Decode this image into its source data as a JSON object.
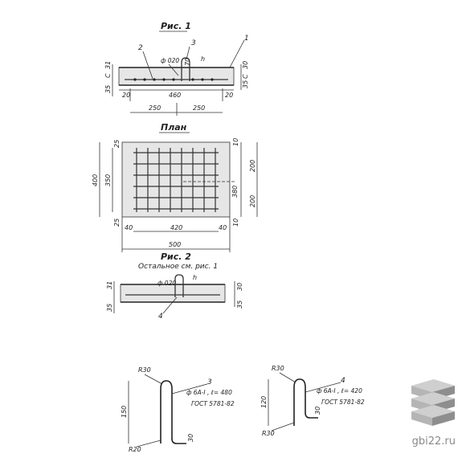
{
  "fig1": {
    "title": "Рис. 1",
    "callouts": [
      "1",
      "2",
      "3"
    ],
    "rebar_label": "ф 020",
    "dims": {
      "d460": "460",
      "d250a": "250",
      "d250b": "250",
      "d20l": "20",
      "d20r": "20",
      "d35l": "35",
      "dcl": "C",
      "d31": "31",
      "d70": "70",
      "d35r": "35",
      "dcr": "C",
      "d30r": "30",
      "h": "h"
    }
  },
  "plan": {
    "title": "План",
    "dims": {
      "d400": "400",
      "d350": "350",
      "d25t": "25",
      "d25b": "25",
      "d420": "420",
      "d40l": "40",
      "d40r": "40",
      "d500": "500",
      "d10t": "10",
      "d10b": "10",
      "d200t": "200",
      "d200b": "200",
      "d380": "380"
    }
  },
  "fig2": {
    "title": "Рис. 2",
    "subtitle": "Остальное см. рис. 1",
    "rebar_label": "ф 020",
    "callout": "4",
    "dims": {
      "d31": "31",
      "d35": "35",
      "d30": "30",
      "d35r": "35",
      "h": "h"
    }
  },
  "loop3": {
    "mark": "3",
    "spec_line1": "ф 6А-I , ℓ= 480",
    "spec_line2": "ГОСТ 5781-82",
    "dims": {
      "r30": "R30",
      "r20": "R20",
      "d150": "150",
      "d30": "30"
    }
  },
  "loop4": {
    "mark": "4",
    "spec_line1": "ф 6А-I , ℓ= 420",
    "spec_line2": "ГОСТ 5781-82",
    "dims": {
      "r30t": "R30",
      "r30b": "R30",
      "d120": "120",
      "d30": "30"
    }
  },
  "watermark": "gbi22.ru"
}
